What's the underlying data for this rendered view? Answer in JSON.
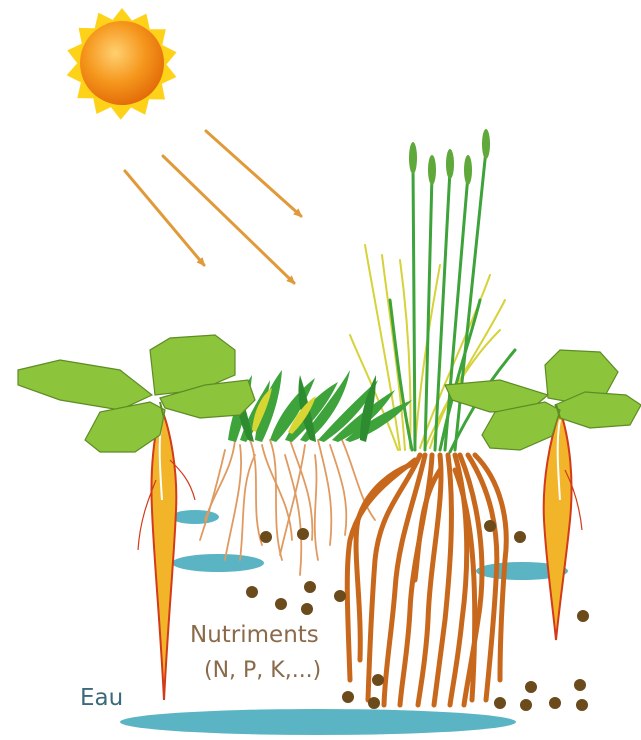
{
  "labels": {
    "nutrients_line1": "Nutriments",
    "nutrients_line2": "(N, P, K,...)",
    "water": "Eau"
  },
  "colors": {
    "nutrients_text": "#8a6a4a",
    "water_text": "#3b6b7a",
    "water_pool": "#5ab4c4",
    "nutrient_dot": "#6b4a1c",
    "sun_core": "#f08a10",
    "sun_ray": "#ffd21a",
    "light_arrow": "#e09a3a",
    "leaf": "#8cc43c",
    "leaf_edge": "#5d8c24",
    "grass": "#3da33a",
    "grain": "#5fa83a",
    "wheat_straw": "#d6d23a",
    "root_fine": "#e09a60",
    "root_thick": "#c8681c",
    "taproot": "#f2b428",
    "taproot_edge": "#d23a1a"
  },
  "icons": [
    "sun-icon",
    "light-arrow-icon",
    "clover-plant-icon",
    "grass-plant-icon",
    "wheat-plant-icon",
    "nutrient-dot-icon",
    "water-pool-icon"
  ]
}
